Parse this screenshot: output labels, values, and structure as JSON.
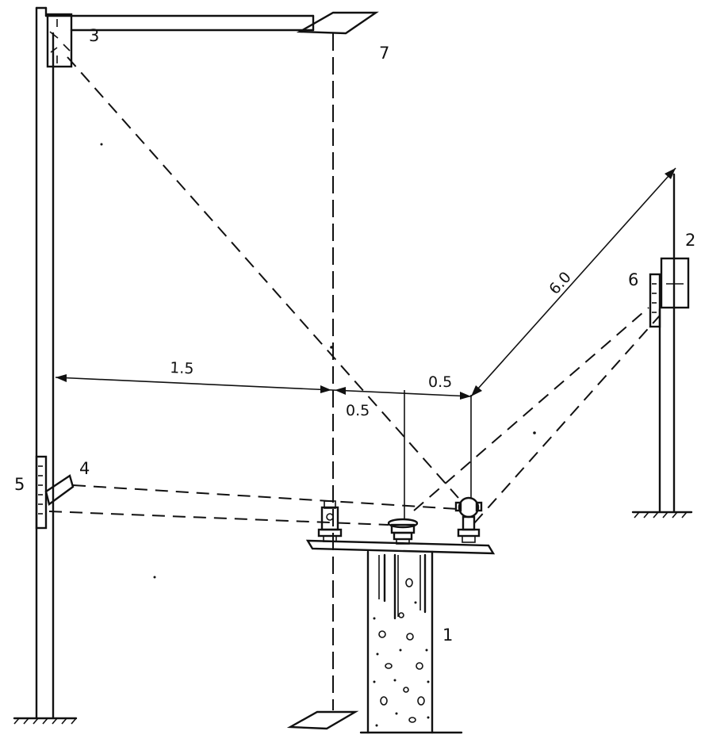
{
  "labels": {
    "pillar": "1",
    "right_post": "2",
    "top_target": "3",
    "left_target": "4",
    "left_scale": "5",
    "right_scale": "6",
    "top_plate": "7"
  },
  "dimensions": {
    "left_distance": "1.5",
    "middle_distance": "0.5",
    "right_distance": "0.5",
    "diagonal_distance": "6.0"
  },
  "colors": {
    "ink": "#111111",
    "paper": "#ffffff"
  }
}
